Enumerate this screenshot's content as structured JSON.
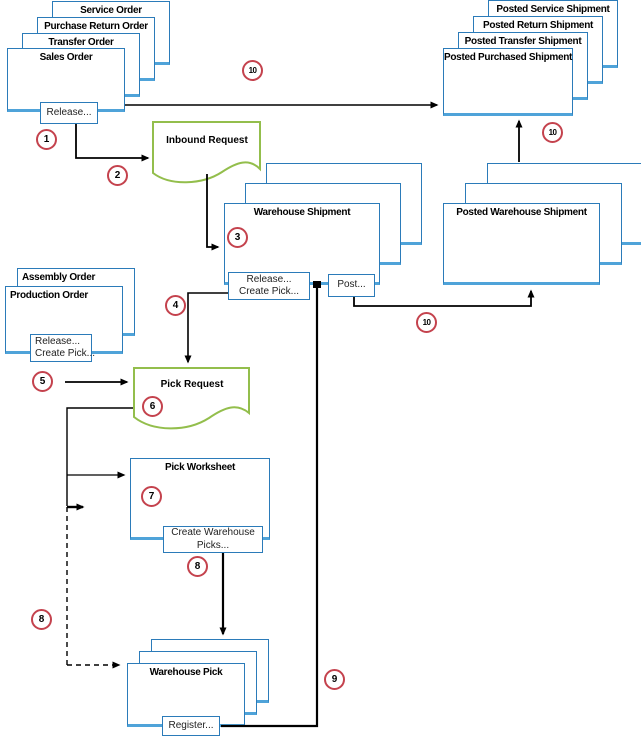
{
  "cards": {
    "source_orders": [
      "Service Order",
      "Purchase Return Order",
      "Transfer Order",
      "Sales Order"
    ],
    "posted_source_shipments": [
      "Posted Service Shipment",
      "Posted Return Shipment",
      "Posted Transfer Shipment",
      "Posted Purchased Shipment"
    ],
    "warehouse_shipment": "Warehouse Shipment",
    "posted_warehouse_shipment": "Posted Warehouse Shipment",
    "production_orders": [
      "Assembly Order",
      "Production Order"
    ],
    "pick_worksheet": "Pick Worksheet",
    "warehouse_pick": "Warehouse Pick"
  },
  "documents": {
    "inbound_request": "Inbound Request",
    "pick_request": "Pick Request"
  },
  "buttons": {
    "source_release": "Release...",
    "shipment_release_line1": "Release...",
    "shipment_release_line2": "Create Pick...",
    "shipment_post": "Post...",
    "production_release_line1": "Release...",
    "production_release_line2": "Create Pick...",
    "worksheet_create_line1": "Create Warehouse",
    "worksheet_create_line2": "Picks...",
    "pick_register": "Register..."
  },
  "steps": {
    "step1": "1",
    "step2": "2",
    "step3": "3",
    "step4": "4",
    "step5": "5",
    "step6": "6",
    "step7": "7",
    "step8": "8",
    "step8_direct": "8",
    "step9": "9",
    "step10_direct": "10",
    "step10_posted_source": "10",
    "step10_post": "10"
  },
  "colors": {
    "card_border": "#2b7bb9",
    "card_bottom_edge": "#4fa3d9",
    "document_border": "#93be4c",
    "step_circle": "#c4424d",
    "connector": "#000000"
  }
}
